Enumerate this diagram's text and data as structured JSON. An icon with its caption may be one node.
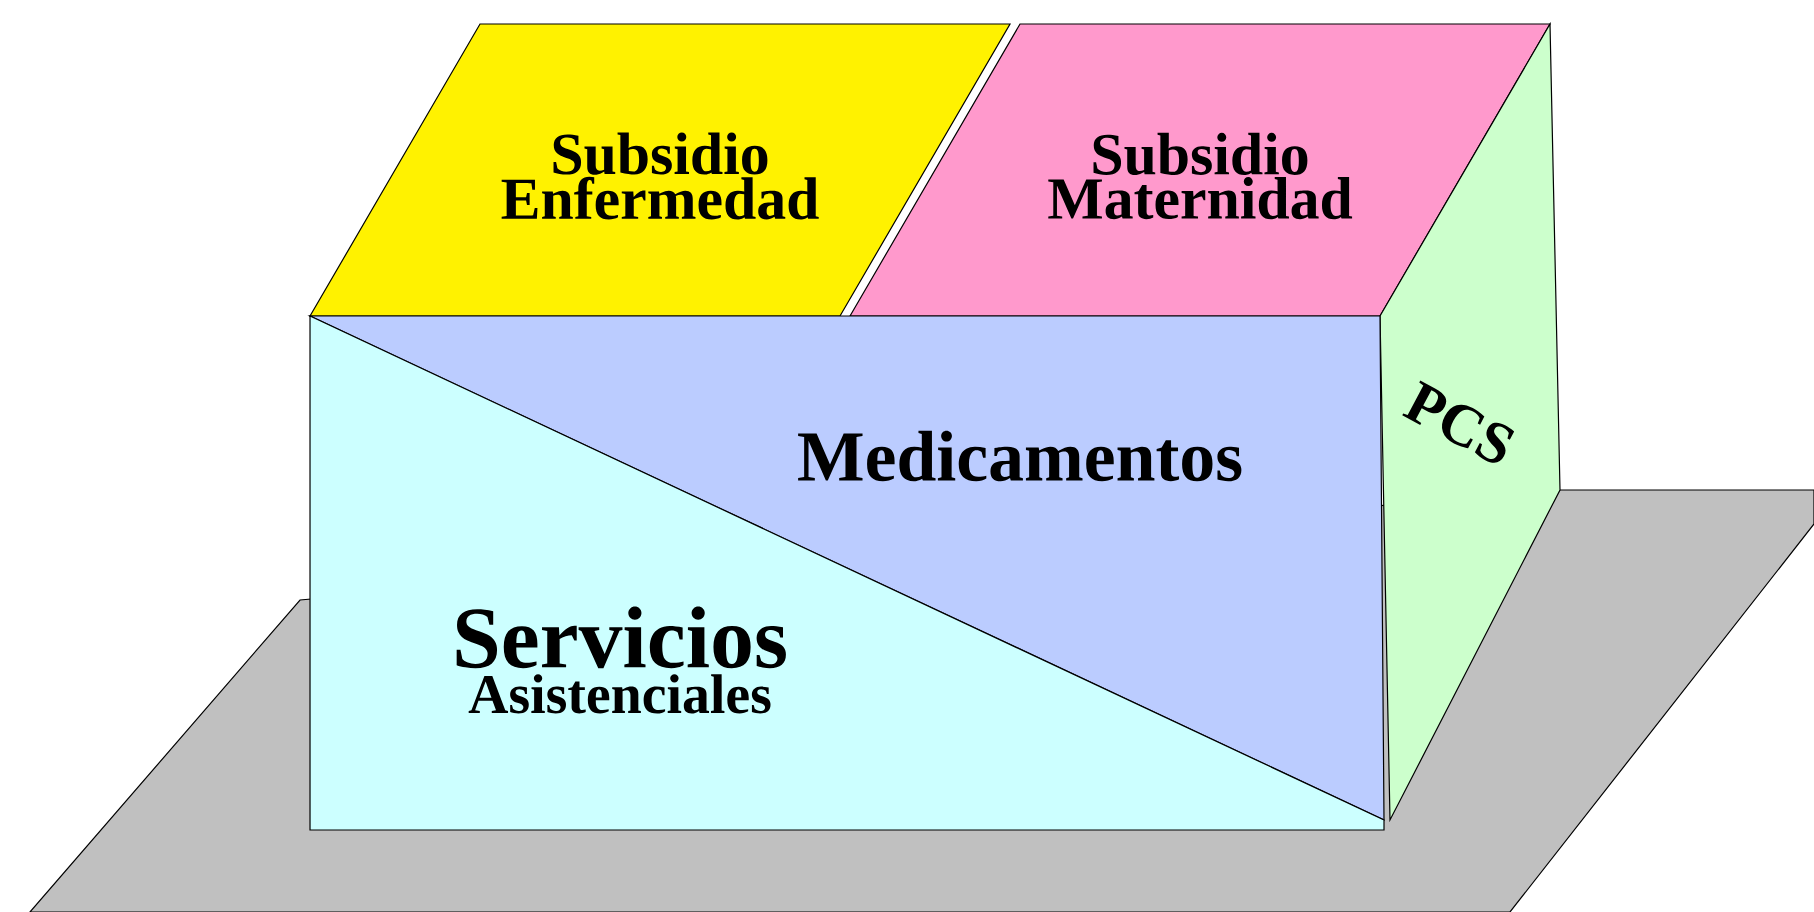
{
  "diagram": {
    "nodes": [
      {
        "text": [
          "Subsidio Enfermedad"
        ]
      },
      {
        "text": [
          "Subsidio Maternidad"
        ]
      },
      {
        "text": [
          "PCS"
        ]
      },
      {
        "text": [
          "Medicamentos"
        ]
      },
      {
        "text": [
          "Servicios",
          "Asistenciales"
        ]
      }
    ]
  }
}
